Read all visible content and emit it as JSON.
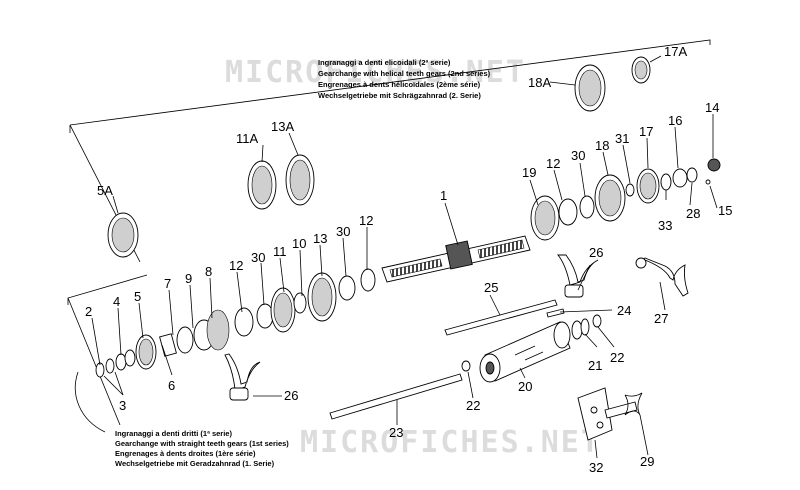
{
  "watermark": "MICROFICHES.NET",
  "notes": {
    "helical": [
      "Ingranaggi a denti elicoidali (2ª serie)",
      "Gearchange with helical teeth gears (2nd series)",
      "Engrenages à dents hélicoïdales (2ème série)",
      "Wechselgetriebe mit Schrägzahnrad (2. Serie)"
    ],
    "straight": [
      "Ingranaggi a denti dritti (1ª serie)",
      "Gearchange with straight teeth gears (1st series)",
      "Engrenages à dents droites (1ère série)",
      "Wechselgetriebe mit Geradzahnrad (1. Serie)"
    ]
  },
  "labels": {
    "p1": "1",
    "p2": "2",
    "p3": "3",
    "p4": "4",
    "p5": "5",
    "p5A": "5A",
    "p6": "6",
    "p7": "7",
    "p8": "8",
    "p9": "9",
    "p10": "10",
    "p11": "11",
    "p11A": "11A",
    "p12a": "12",
    "p12b": "12",
    "p12c": "12",
    "p13": "13",
    "p13A": "13A",
    "p14": "14",
    "p15": "15",
    "p16": "16",
    "p17": "17",
    "p17A": "17A",
    "p18": "18",
    "p18A": "18A",
    "p19": "19",
    "p20": "20",
    "p21": "21",
    "p22a": "22",
    "p22b": "22",
    "p23": "23",
    "p24": "24",
    "p25": "25",
    "p26a": "26",
    "p26b": "26",
    "p27": "27",
    "p28": "28",
    "p29": "29",
    "p30a": "30",
    "p30b": "30",
    "p30c": "30",
    "p31": "31",
    "p32": "32",
    "p33": "33"
  }
}
